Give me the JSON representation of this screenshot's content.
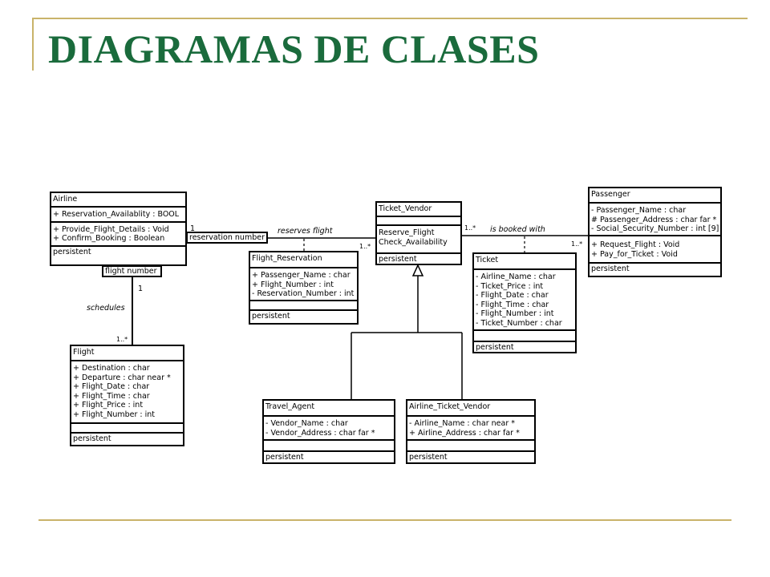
{
  "slide": {
    "title": "DIAGRAMAS DE CLASES",
    "colors": {
      "title": "#1a6b3c",
      "rule": "#c9b36a"
    }
  },
  "diagram": {
    "classes": {
      "airline": {
        "name": "Airline",
        "attributes": [
          "+ Reservation_Availablity : BOOL"
        ],
        "operations": [
          "+ Provide_Flight_Details : Void",
          "+ Confirm_Booking : Boolean"
        ],
        "stereotype": "persistent"
      },
      "flight_reservation": {
        "name": "Flight_Reservation",
        "attributes": [
          "+ Passenger_Name : char",
          "+ Flight_Number : int",
          "- Reservation_Number : int"
        ],
        "operations": [],
        "stereotype": "persistent"
      },
      "ticket_vendor": {
        "name": "Ticket_Vendor",
        "attributes": [],
        "operations": [
          "Reserve_Flight",
          "Check_Availability"
        ],
        "stereotype": "persistent"
      },
      "passenger": {
        "name": "Passenger",
        "attributes": [
          "- Passenger_Name : char",
          "# Passenger_Address : char far *",
          "- Social_Security_Number : int [9]"
        ],
        "operations": [
          "+ Request_Flight : Void",
          "+ Pay_for_Ticket : Void"
        ],
        "stereotype": "persistent"
      },
      "ticket": {
        "name": "Ticket",
        "attributes": [
          "- Airline_Name : char",
          "- Ticket_Price : int",
          "- Flight_Date : char",
          "- Flight_Time : char",
          "- Flight_Number : int",
          "- Ticket_Number : char"
        ],
        "operations": [],
        "stereotype": "persistent"
      },
      "flight": {
        "name": "Flight",
        "attributes": [
          "+ Destination : char",
          "+ Departure : char near *",
          "+ Flight_Date : char",
          "+ Flight_Time : char",
          "+ Flight_Price : int",
          "+ Flight_Number : int"
        ],
        "operations": [],
        "stereotype": "persistent"
      },
      "travel_agent": {
        "name": "Travel_Agent",
        "attributes": [
          "- Vendor_Name : char",
          "- Vendor_Address : char far *"
        ],
        "operations": [],
        "stereotype": "persistent"
      },
      "airline_ticket_vendor": {
        "name": "Airline_Ticket_Vendor",
        "attributes": [
          "- Airline_Name : char near *",
          "+ Airline_Address : char far *"
        ],
        "operations": [],
        "stereotype": "persistent"
      }
    },
    "qualifiers": {
      "reservation_number": "reservation number",
      "flight_number": "flight number"
    },
    "associations": {
      "reserves_flight": {
        "label": "reserves flight",
        "mult_airline": "1",
        "mult_vendor": "1..*"
      },
      "is_booked_with": {
        "label": "is booked with",
        "mult_vendor": "1..*",
        "mult_passenger": "1..*"
      },
      "schedules": {
        "label": "schedules",
        "mult_airline": "1",
        "mult_flight": "1..*"
      }
    }
  }
}
